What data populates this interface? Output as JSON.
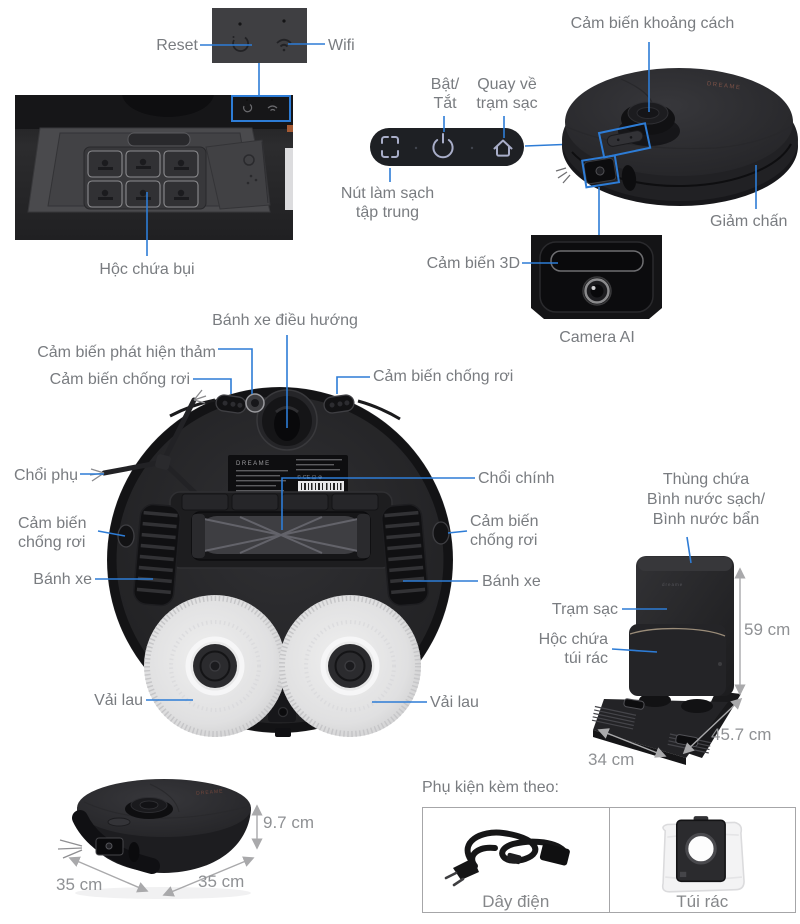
{
  "colors": {
    "accent_blue": "#2d7cd6",
    "label_text": "#797c80",
    "dimension_text": "#8f9194"
  },
  "callouts": {
    "reset": "Reset",
    "wifi": "Wifi",
    "dust_bin": "Hộc chứa bụi",
    "power": "Bật/\nTắt",
    "dock_return": "Quay về\ntrạm sạc",
    "spot_clean": "Nút làm sạch\ntập trung",
    "distance_sensor": "Cảm biến khoảng cách",
    "bumper": "Giảm chấn",
    "sensor_3d": "Cảm biến 3D",
    "camera_ai": "Camera AI",
    "caster_wheel": "Bánh xe điều hướng",
    "carpet_sensor": "Cảm biến phát hiện thảm",
    "cliff_sensor_top_left": "Cảm biến chống rơi",
    "cliff_sensor_top_right": "Cảm biến chống rơi",
    "side_brush": "Chổi phụ",
    "main_brush": "Chổi chính",
    "cliff_sensor_mid_left": "Cảm biến\nchống rơi",
    "cliff_sensor_mid_right": "Cảm biến\nchống rơi",
    "wheel_left": "Bánh xe",
    "wheel_right": "Bánh xe",
    "mop_left": "Vải lau",
    "mop_right": "Vải lau",
    "water_tank": "Thùng chứa\nBình nước sạch/\nBình nước bẩn",
    "dock_station": "Trạm sạc",
    "dust_bag_compartment": "Hộc chứa\ntúi rác"
  },
  "dimensions": {
    "dock_height": "59 cm",
    "dock_depth": "45.7 cm",
    "dock_width": "34 cm",
    "robot_height": "9.7 cm",
    "robot_width_left": "35 cm",
    "robot_width_right": "35 cm"
  },
  "accessories": {
    "heading": "Phụ kiện kèm theo:",
    "items": [
      {
        "label": "Dây điện"
      },
      {
        "label": "Túi rác"
      }
    ]
  }
}
